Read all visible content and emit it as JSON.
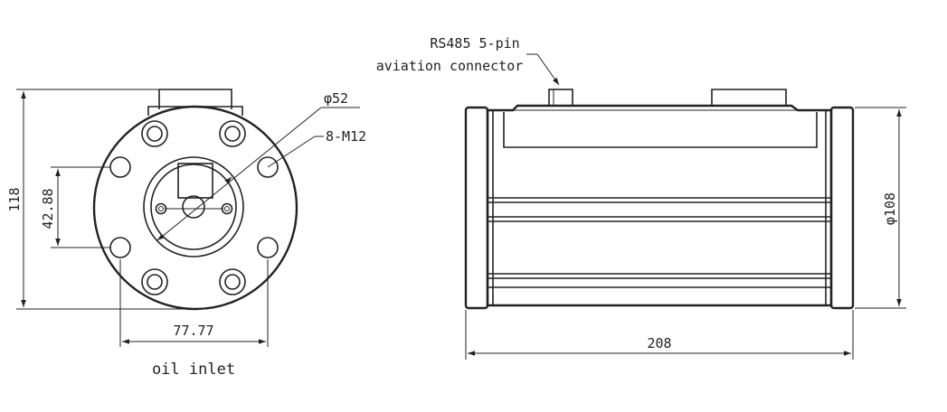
{
  "front_view": {
    "caption": "oil inlet",
    "dim_height": "118",
    "dim_hole_pitch": "42.88",
    "dim_bore": "φ52",
    "dim_thread": "8-M12",
    "dim_width": "77.77"
  },
  "side_view": {
    "connector_label_line1": "RS485 5-pin",
    "connector_label_line2": "aviation connector",
    "dim_diameter": "φ108",
    "dim_length": "208"
  },
  "colors": {
    "line": "#222222",
    "background": "#ffffff"
  }
}
